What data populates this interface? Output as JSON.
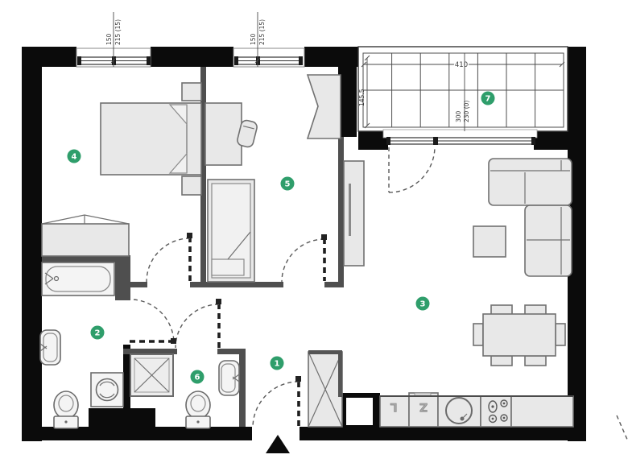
{
  "plan": {
    "type": "apartment-floor-plan",
    "colors": {
      "accent_green": "#2F9E6B",
      "outer_wall": "#0b0b0b",
      "partition": "#4f4f4f",
      "furniture_fill": "#e8e8e8",
      "furniture_stroke": "#707070"
    }
  },
  "rooms": [
    {
      "label": "1"
    },
    {
      "label": "2"
    },
    {
      "label": "3"
    },
    {
      "label": "4"
    },
    {
      "label": "5"
    },
    {
      "label": "6"
    },
    {
      "label": "7"
    }
  ],
  "dimensions": {
    "window_left": {
      "width": "150",
      "opening": "215 (15)"
    },
    "window_right": {
      "width": "150",
      "opening": "215 (15)"
    },
    "balcony": {
      "width": "410",
      "depth": "145.5",
      "door_width": "300",
      "door_opening": "230 (0)"
    }
  },
  "kitchen": {
    "fridge_label": "L",
    "dishwasher_label": "Z"
  }
}
